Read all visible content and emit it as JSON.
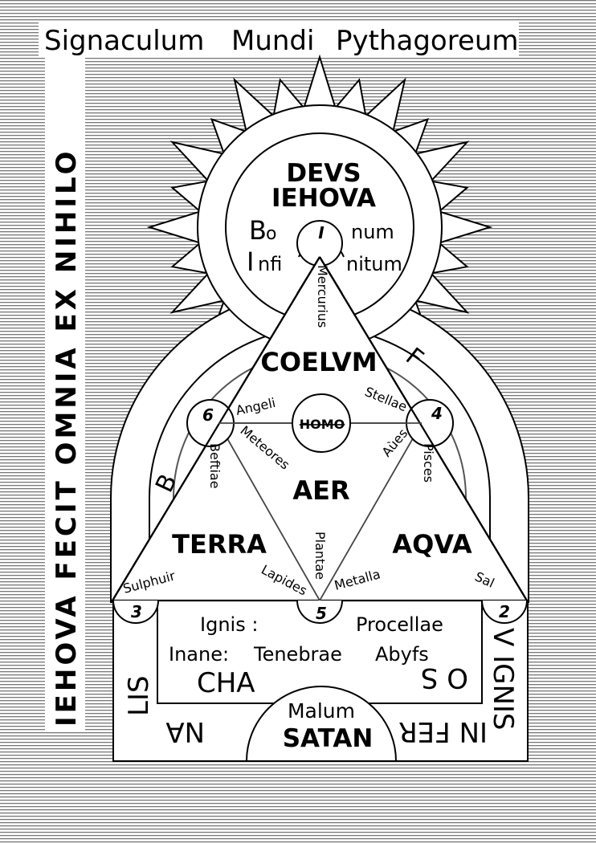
{
  "title": {
    "word1": "Signaculum",
    "word2": "Mundi",
    "word3": "Pythagoreum"
  },
  "side_text": "IEHOVA  FECIT  OMNIA  EX  NIHILO",
  "top_circle": {
    "line1": "DEVS",
    "line2": "IEHOVA",
    "bo_b": "B",
    "bo_o": "o",
    "infi_i": "I",
    "infi_rest": "nfi",
    "num": "num",
    "nitum": "nitum",
    "apex_number": "I"
  },
  "ring_letters": {
    "b": "B",
    "f": "F"
  },
  "triangle": {
    "coelum": "COELVM",
    "homo": "HOMO",
    "aer": "AER",
    "terra": "TERRA",
    "aqua": "AQVA",
    "mercurius": "Mercurius",
    "angeli": "Angeli",
    "stellae": "Stellae",
    "meteores": "Meteores",
    "aues": "Aùes",
    "beftiae": "Beftiae",
    "pisces": "Pisces",
    "plantae": "Plantae",
    "sulphuir": "Sulphuir",
    "lapides": "Lapides",
    "metalla": "Metalla",
    "sal": "Sal",
    "num_6": "6",
    "num_4": "4",
    "num_3": "3",
    "num_5": "5",
    "num_2": "2"
  },
  "lower_box": {
    "ignis": "Ignis :",
    "procellae": "Procellae",
    "inane": "Inane:",
    "tenebrae": "Tenebrae",
    "abyfs": "Abyfs",
    "cha": "CHA",
    "os": "O S",
    "lis": "LIS",
    "na": "NA",
    "in_fer": "IN FER",
    "v_ignis": "V IGNIS",
    "malum": "Malum",
    "satan": "SATAN"
  }
}
